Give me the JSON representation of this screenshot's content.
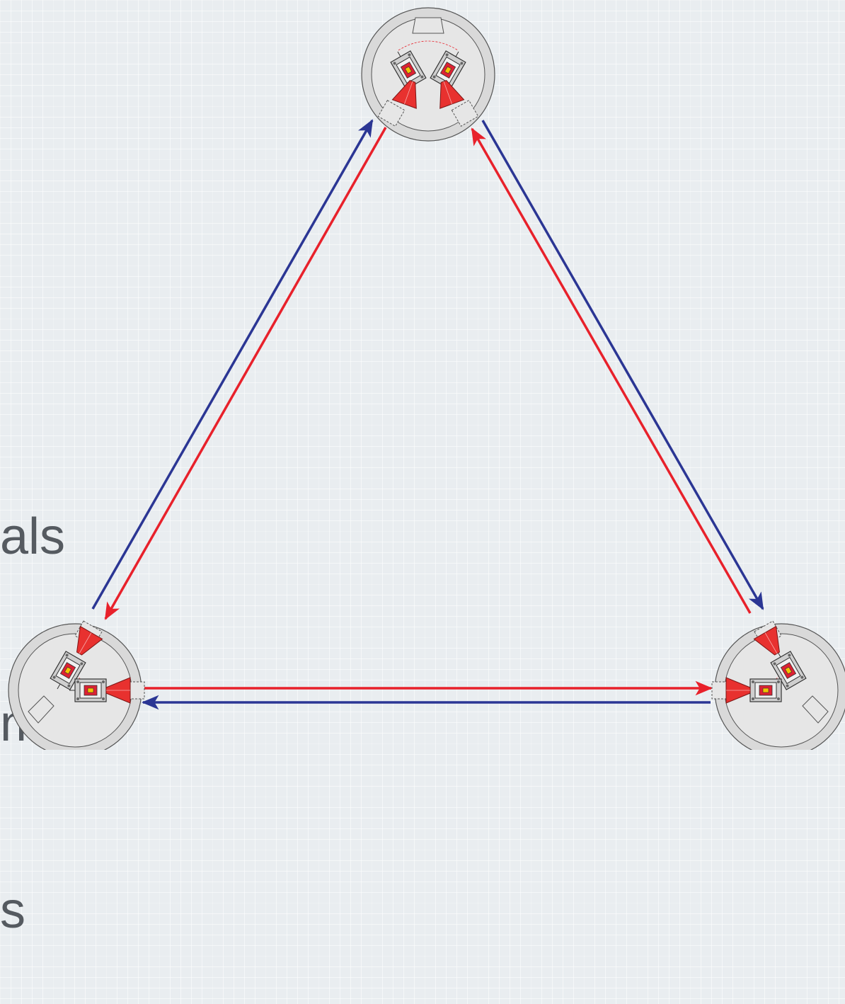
{
  "partial_text": {
    "line1": "als",
    "line2": "m",
    "line3": "s"
  },
  "colors": {
    "background": "#e9edf0",
    "red_beam": "#e8212b",
    "blue_beam": "#2b3694",
    "station_fill": "#dcdcdc",
    "station_inner": "#e6e6e6",
    "optics_red": "#e8312f",
    "text_gray": "#555a60"
  },
  "diagram": {
    "type": "triangle-of-stations",
    "stations": [
      "top",
      "bottom-left",
      "bottom-right"
    ],
    "beam_pairs": [
      "left-side",
      "right-side",
      "bottom-side"
    ],
    "icons": [
      "telescope-icon",
      "optical-bench-icon"
    ]
  }
}
